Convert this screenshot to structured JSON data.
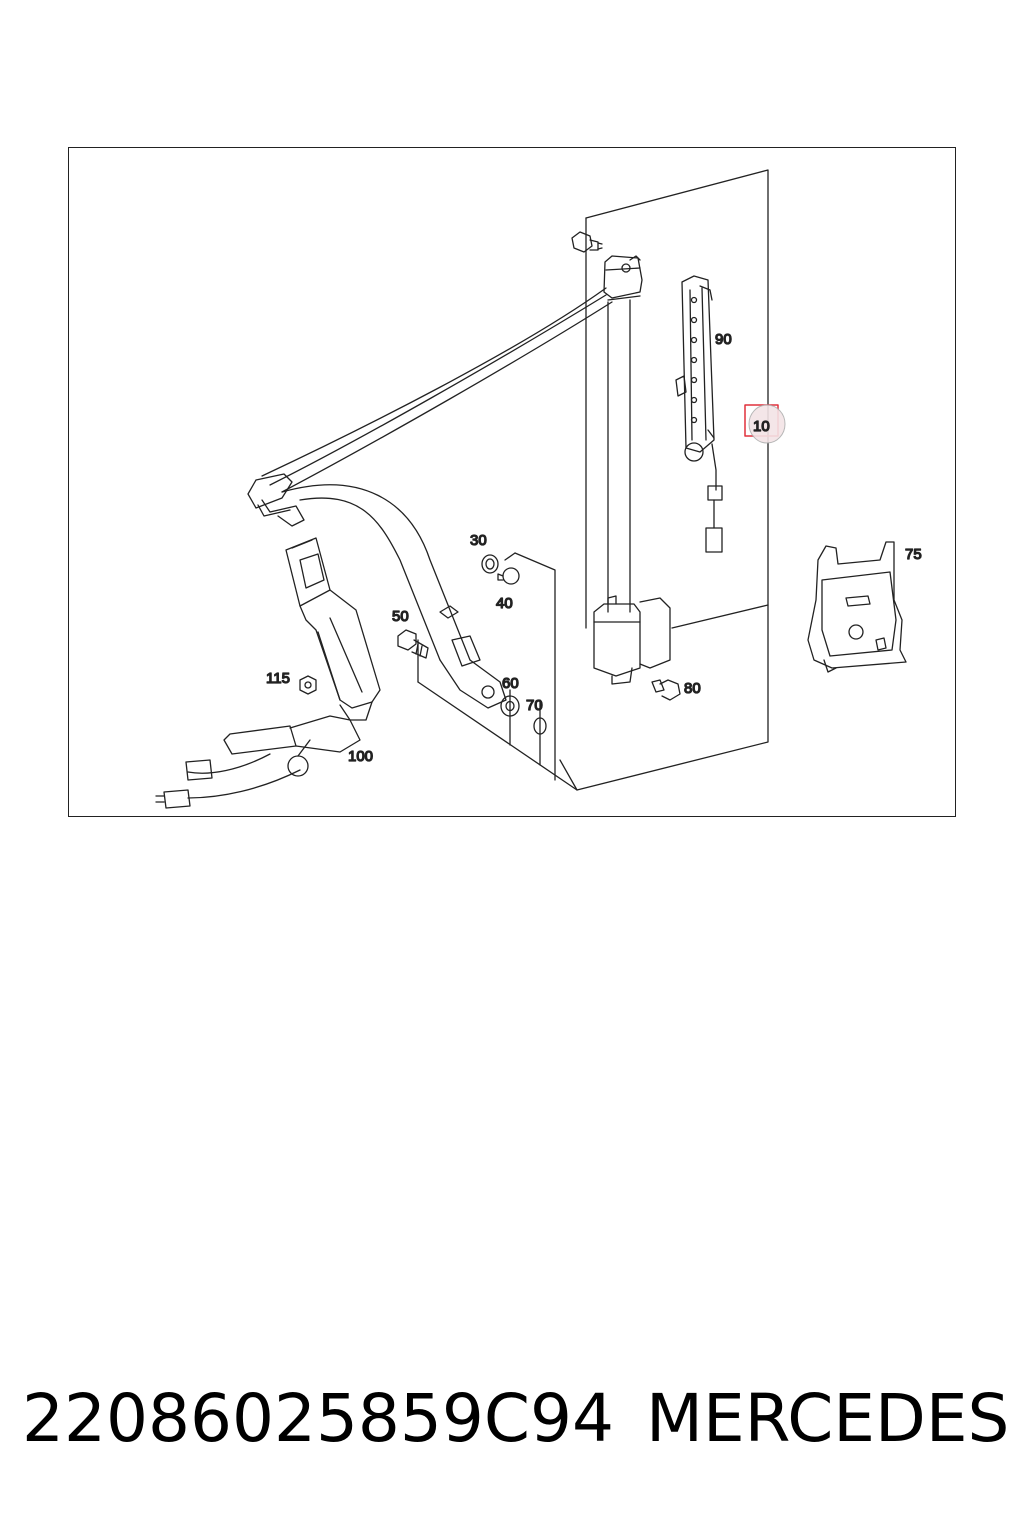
{
  "diagram": {
    "callouts": {
      "p10": "10",
      "p30": "30",
      "p40": "40",
      "p50": "50",
      "p60": "60",
      "p70": "70",
      "p75": "75",
      "p80": "80",
      "p90": "90",
      "p100": "100",
      "p115": "115"
    },
    "highlighted_callout": "10",
    "highlight_color": "#e0303c"
  },
  "caption": {
    "part_number": "22086025859C94",
    "brand": "MERCEDES"
  }
}
